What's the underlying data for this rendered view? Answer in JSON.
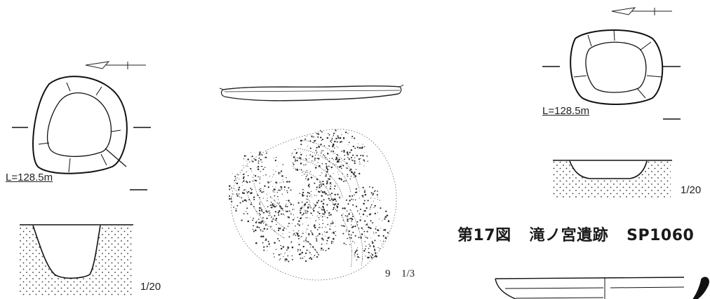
{
  "pit_left": {
    "level": "L=128.5m",
    "scale": "1/20"
  },
  "artifact": {
    "number": "9",
    "scale": "1/3"
  },
  "pit_right": {
    "level": "L=128.5m",
    "scale": "1/20"
  },
  "caption": {
    "figure_no": "第17図",
    "site": "滝ノ宮遺跡",
    "feature": "SP1060"
  }
}
